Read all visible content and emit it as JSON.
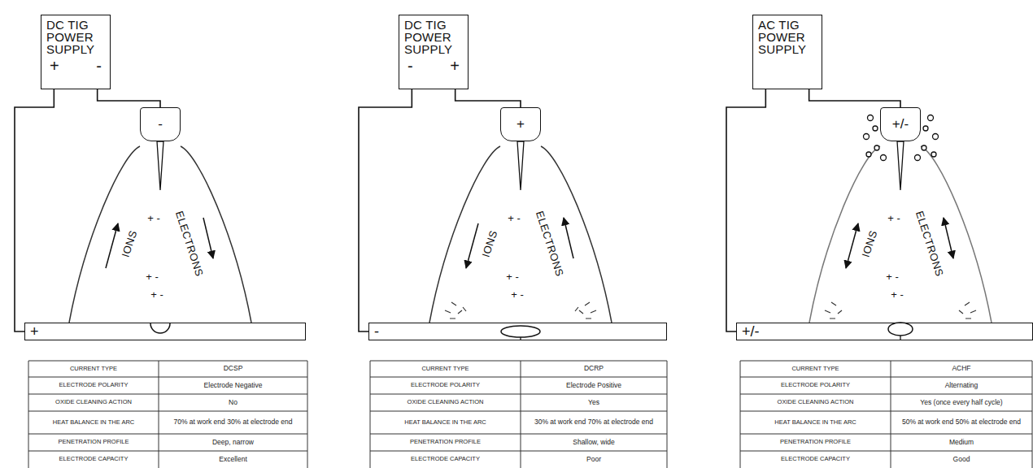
{
  "diagram": {
    "nodes": [
      {
        "text": [
          "DC TIG POWER SUPPLY",
          "+",
          "-"
        ]
      },
      {
        "text": [
          "-"
        ]
      },
      {
        "text": [
          "+"
        ]
      },
      {
        "text": [
          "DC TIG POWER SUPPLY",
          "-",
          "+"
        ]
      },
      {
        "text": [
          "+"
        ]
      },
      {
        "text": [
          "-"
        ]
      },
      {
        "text": [
          "AC TIG POWER SUPPLY"
        ]
      },
      {
        "text": [
          "+/-"
        ]
      },
      {
        "text": [
          "+/-"
        ]
      }
    ],
    "edges": [
      {
        "from": 0,
        "to": 2,
        "arrow": "none"
      },
      {
        "from": 0,
        "to": 1,
        "arrow": "none"
      },
      {
        "from": 3,
        "to": 5,
        "arrow": "none"
      },
      {
        "from": 3,
        "to": 4,
        "arrow": "none"
      },
      {
        "from": 6,
        "to": 8,
        "arrow": "none"
      },
      {
        "from": 6,
        "to": 7,
        "arrow": "none"
      }
    ],
    "labels": [
      "IONS",
      "ELECTRONS",
      "+ -",
      "+ -",
      "+ -",
      "CURRENT TYPE",
      "DCSP",
      "ELECTRODE POLARITY",
      "Electrode Negative",
      "OXIDE CLEANING ACTION",
      "No",
      "HEAT BALANCE IN THE ARC",
      "70% at work end 30% at electrode end",
      "PENETRATION PROFILE",
      "Deep, narrow",
      "ELECTRODE CAPACITY",
      "Excellent",
      "IONS",
      "ELECTRONS",
      "+ -",
      "+ -",
      "+ -",
      "CURRENT TYPE",
      "DCRP",
      "ELECTRODE POLARITY",
      "Electrode Positive",
      "OXIDE CLEANING ACTION",
      "Yes",
      "HEAT BALANCE IN THE ARC",
      "30% at work end 70% at electrode end",
      "PENETRATION PROFILE",
      "Shallow, wide",
      "ELECTRODE CAPACITY",
      "Poor",
      "IONS",
      "ELECTRONS",
      "+ -",
      "+ -",
      "+ -",
      "CURRENT TYPE",
      "ACHF",
      "ELECTRODE POLARITY",
      "Alternating",
      "OXIDE CLEANING ACTION",
      "Yes (once every half cycle)",
      "HEAT BALANCE IN THE ARC",
      "50% at work end 50% at electrode end",
      "PENETRATION PROFILE",
      "Medium",
      "ELECTRODE CAPACITY",
      "Good"
    ]
  }
}
